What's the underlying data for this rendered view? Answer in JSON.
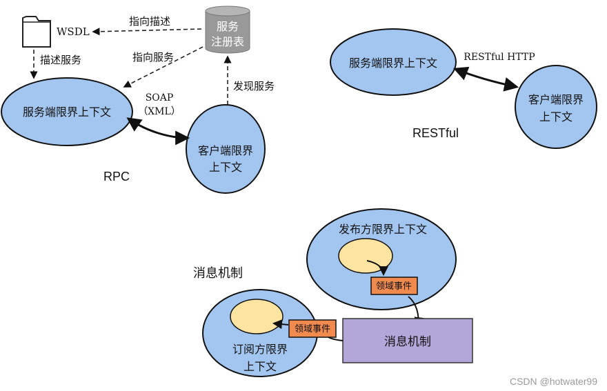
{
  "rpc": {
    "section_label": "RPC",
    "wsdl_label": "WSDL",
    "registry_label_line1": "服务",
    "registry_label_line2": "注册表",
    "edge_point_to_describe": "指向描述",
    "edge_point_to_service": "指向服务",
    "edge_describe_service": "描述服务",
    "edge_discover_service": "发现服务",
    "protocol_line1": "SOAP",
    "protocol_line2": "（XML）",
    "server_context": "服务端限界上下文",
    "client_context_line1": "客户端限界",
    "client_context_line2": "上下文"
  },
  "restful": {
    "section_label": "RESTful",
    "protocol": "RESTful HTTP",
    "server_context": "服务端限界上下文",
    "client_context_line1": "客户端限界",
    "client_context_line2": "上下文"
  },
  "messaging": {
    "section_label": "消息机制",
    "publisher_context": "发布方限界上下文",
    "domain_event_1": "领域事件",
    "domain_event_2": "领域事件",
    "broker_label": "消息机制",
    "subscriber_context_line1": "订阅方限界",
    "subscriber_context_line2": "上下文"
  },
  "watermark": "CSDN @hotwater99",
  "colors": {
    "ellipse_fill": "#a3c6f0",
    "inner_fill": "#fde4a0",
    "event_fill": "#f08a4f",
    "broker_fill": "#b3a6d8",
    "registry_fill": "#999999"
  }
}
